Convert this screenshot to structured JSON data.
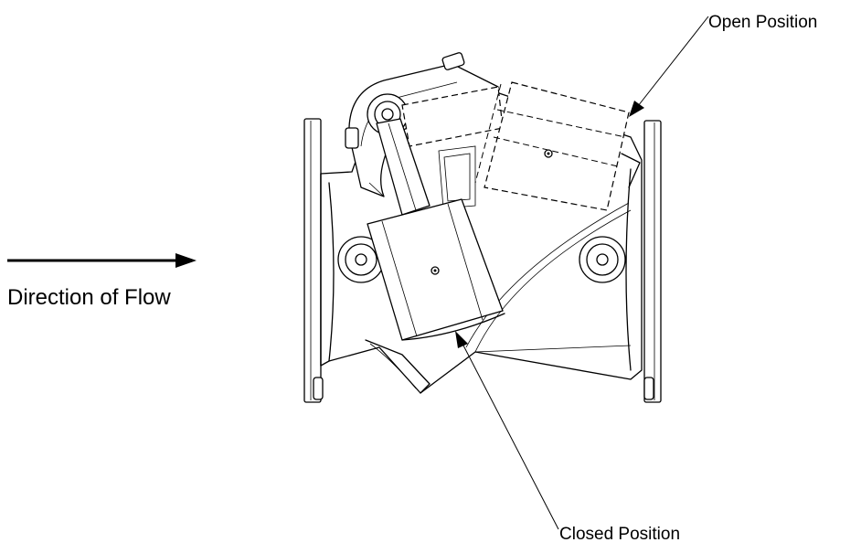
{
  "labels": {
    "open_position": "Open Position",
    "closed_position": "Closed Position",
    "direction_of_flow": "Direction of Flow"
  },
  "colors": {
    "ink": "#000000",
    "background": "#ffffff"
  }
}
